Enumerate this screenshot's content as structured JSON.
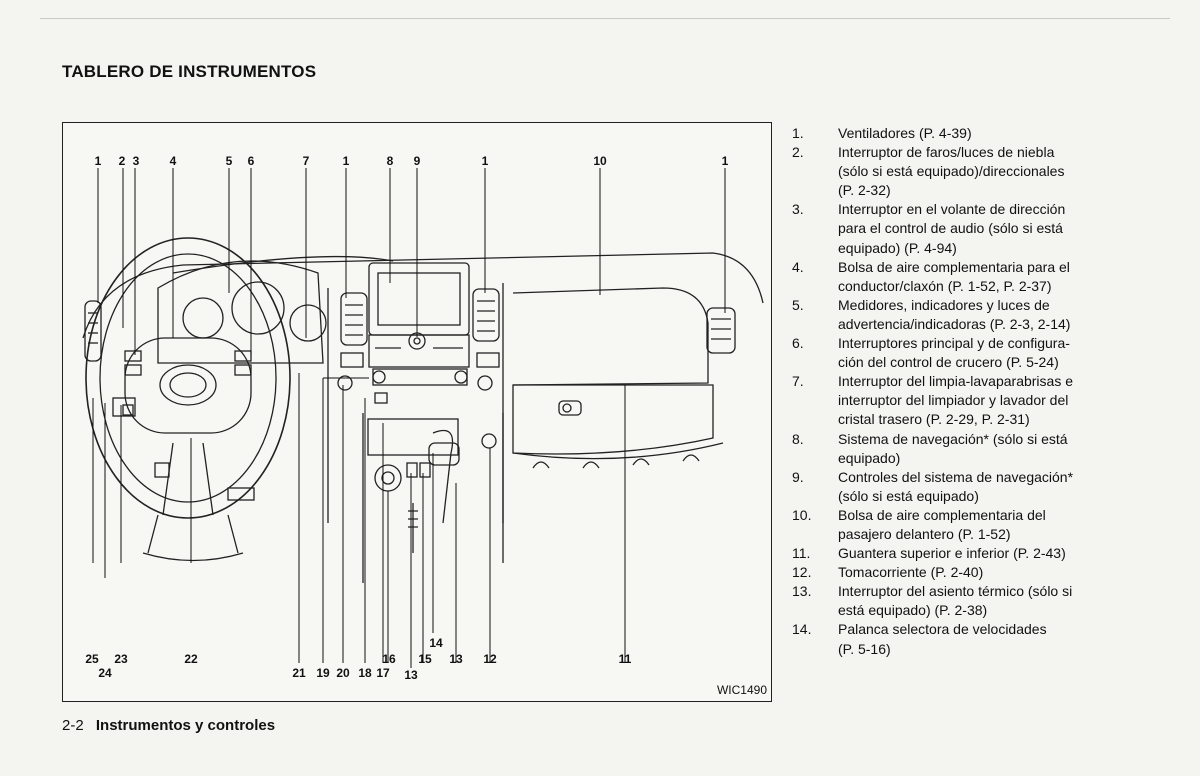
{
  "header": {
    "title": "TABLERO DE INSTRUMENTOS"
  },
  "figure": {
    "code": "WIC1490",
    "callouts_top": [
      "1",
      "2",
      "3",
      "4",
      "5",
      "6",
      "7",
      "1",
      "8",
      "9",
      "1",
      "10",
      "1"
    ],
    "callouts_bottom": [
      "25",
      "24",
      "23",
      "22",
      "21",
      "19",
      "20",
      "18",
      "17",
      "16",
      "13",
      "15",
      "14",
      "13",
      "12",
      "11"
    ]
  },
  "legend": [
    {
      "num": "1.",
      "lines": [
        "Ventiladores (P. 4-39)"
      ]
    },
    {
      "num": "2.",
      "lines": [
        "Interruptor de faros/luces de niebla",
        "(sólo si está equipado)/direccionales",
        "(P. 2-32)"
      ]
    },
    {
      "num": "3.",
      "lines": [
        "Interruptor en el volante de dirección",
        "para el control de audio (sólo si está",
        "equipado) (P. 4-94)"
      ]
    },
    {
      "num": "4.",
      "lines": [
        "Bolsa de aire complementaria para el",
        "conductor/claxón (P. 1-52, P. 2-37)"
      ]
    },
    {
      "num": "5.",
      "lines": [
        "Medidores, indicadores y luces de",
        "advertencia/indicadoras (P. 2-3, 2-14)"
      ]
    },
    {
      "num": "6.",
      "lines": [
        "Interruptores principal y de configura-",
        "ción del control de crucero (P. 5-24)"
      ]
    },
    {
      "num": "7.",
      "lines": [
        "Interruptor del limpia-lavaparabrisas e",
        "interruptor del limpiador y lavador del",
        "cristal trasero (P. 2-29, P. 2-31)"
      ]
    },
    {
      "num": "8.",
      "lines": [
        "Sistema de navegación* (sólo si está",
        "equipado)"
      ]
    },
    {
      "num": "9.",
      "lines": [
        "Controles del sistema de navegación*",
        "(sólo si está equipado)"
      ]
    },
    {
      "num": "10.",
      "lines": [
        "Bolsa de aire complementaria del",
        "pasajero delantero (P. 1-52)"
      ]
    },
    {
      "num": "11.",
      "lines": [
        "Guantera superior e inferior (P. 2-43)"
      ]
    },
    {
      "num": "12.",
      "lines": [
        "Tomacorriente (P. 2-40)"
      ]
    },
    {
      "num": "13.",
      "lines": [
        "Interruptor del asiento térmico (sólo si",
        "está equipado) (P. 2-38)"
      ]
    },
    {
      "num": "14.",
      "lines": [
        "Palanca selectora de velocidades",
        "(P. 5-16)"
      ]
    }
  ],
  "footer": {
    "page": "2-2",
    "chapter": "Instrumentos y controles"
  }
}
